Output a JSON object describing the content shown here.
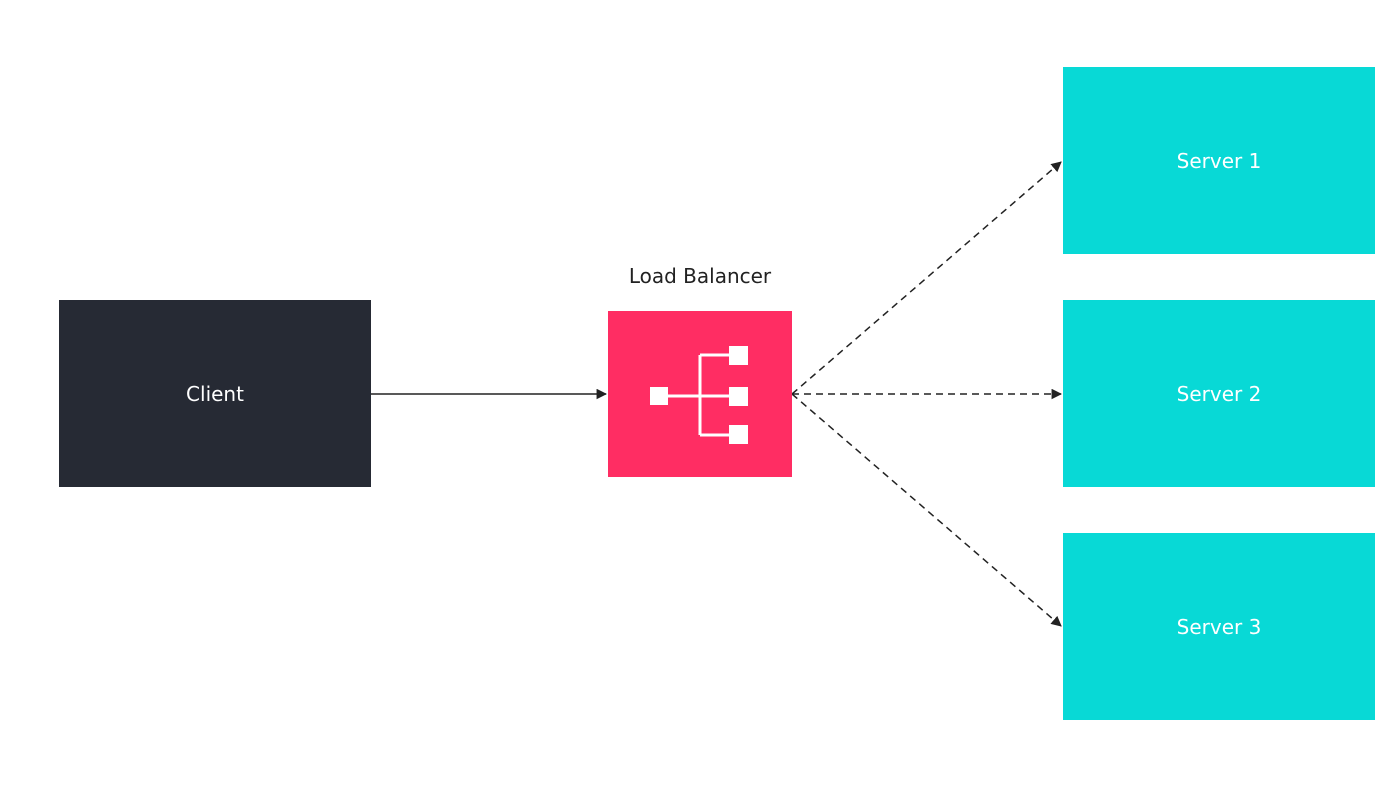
{
  "colors": {
    "client": "#262a34",
    "load_balancer": "#ff2d63",
    "server": "#08d9d6",
    "edge": "#222222",
    "icon": "#ffffff"
  },
  "nodes": {
    "client": {
      "label": "Client"
    },
    "load_balancer": {
      "label": "Load Balancer",
      "icon": "load-balancer-icon"
    },
    "servers": [
      {
        "label": "Server 1"
      },
      {
        "label": "Server 2"
      },
      {
        "label": "Server 3"
      }
    ]
  },
  "edges": [
    {
      "from": "client",
      "to": "load_balancer",
      "style": "solid"
    },
    {
      "from": "load_balancer",
      "to": "server1",
      "style": "dashed"
    },
    {
      "from": "load_balancer",
      "to": "server2",
      "style": "dashed"
    },
    {
      "from": "load_balancer",
      "to": "server3",
      "style": "dashed"
    }
  ]
}
